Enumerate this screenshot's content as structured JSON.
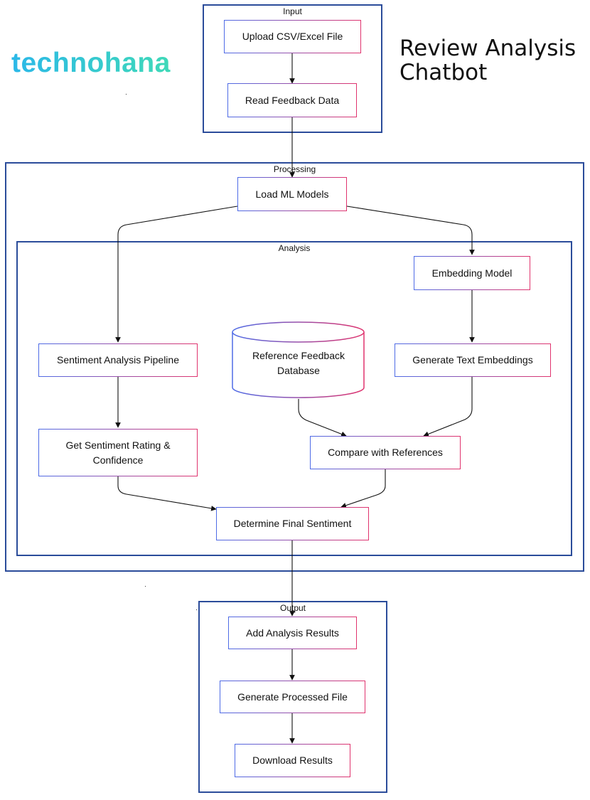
{
  "header": {
    "logo_text": "technohana",
    "title_line1": "Review Analysis",
    "title_line2": "Chatbot"
  },
  "colors": {
    "cluster_border": "#2b4c9a",
    "node_gradient_start": "#4e6be6",
    "node_gradient_end": "#e0336e",
    "logo_gradient_start": "#2bb8e8",
    "logo_gradient_end": "#3fd9b8",
    "edge": "#111111"
  },
  "clusters": {
    "input": "Input",
    "processing": "Processing",
    "analysis": "Analysis",
    "output": "Output"
  },
  "nodes": {
    "upload": "Upload CSV/Excel File",
    "read": "Read Feedback Data",
    "load_models": "Load ML Models",
    "embedding_model": "Embedding Model",
    "sentiment_pipeline": "Sentiment Analysis Pipeline",
    "reference_db": "Reference Feedback Database",
    "text_embeddings": "Generate Text Embeddings",
    "rating": "Get Sentiment Rating & Confidence",
    "compare": "Compare with References",
    "final": "Determine Final Sentiment",
    "add_results": "Add Analysis Results",
    "processed_file": "Generate Processed File",
    "download": "Download Results"
  }
}
